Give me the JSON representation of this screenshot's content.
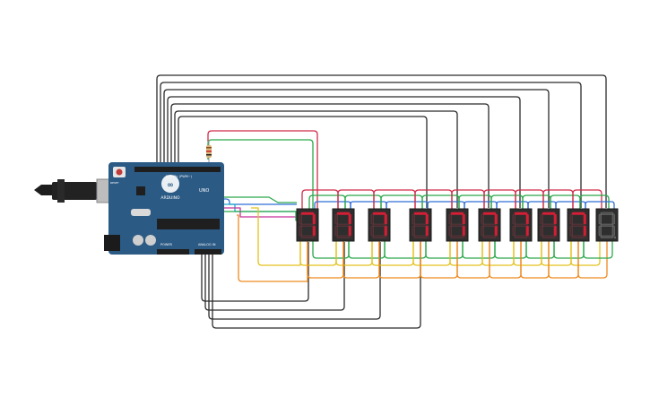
{
  "board": {
    "logo_text": "ARDUINO",
    "model_text": "UNO",
    "reset_label": "RESET",
    "power_label": "POWER",
    "analog_label": "ANALOG IN",
    "digital_label": "DIGITAL (PWM~)",
    "board_color": "#2b5a85"
  },
  "colors": {
    "wire_black": "#2b2b2b",
    "wire_red": "#d12b49",
    "wire_green": "#2aa84a",
    "wire_blue": "#2f6fd8",
    "wire_yellow": "#e3c21c",
    "wire_orange": "#ee8a1e",
    "wire_magenta": "#c4319c",
    "wire_cyan": "#1ea8c9",
    "segment_on": "#d41f35",
    "segment_off": "#6b3a3f",
    "display_body": "#2e2e2e"
  },
  "displays": [
    {
      "id": "display-1",
      "lit": true
    },
    {
      "id": "display-2",
      "lit": true
    },
    {
      "id": "display-3",
      "lit": true
    },
    {
      "id": "display-4",
      "lit": true
    },
    {
      "id": "display-5",
      "lit": true
    },
    {
      "id": "display-6",
      "lit": true
    },
    {
      "id": "display-7",
      "lit": true
    },
    {
      "id": "display-8",
      "lit": true
    },
    {
      "id": "display-9",
      "lit": true
    },
    {
      "id": "display-10",
      "lit": false
    }
  ]
}
